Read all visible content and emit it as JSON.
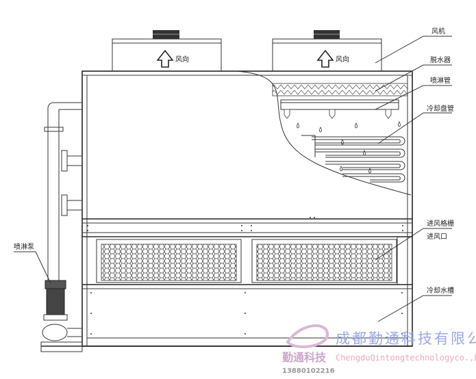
{
  "labels": {
    "fan": "风机",
    "eliminator": "脱水器",
    "spray_pipe": "喷淋管",
    "coil": "冷却盘管",
    "inlet_louver": "进风格栅",
    "air_inlet": "进风口",
    "basin": "冷却水槽",
    "pump": "喷淋泵",
    "wind_dir_1": "风向",
    "wind_dir_2": "风向"
  },
  "watermark": {
    "company_cn": "成都勤通科技有限公司",
    "company_en": "ChengduQintongtechnologyco.,LTD",
    "logo_text": "勤通科技",
    "phone": "13880102216"
  }
}
